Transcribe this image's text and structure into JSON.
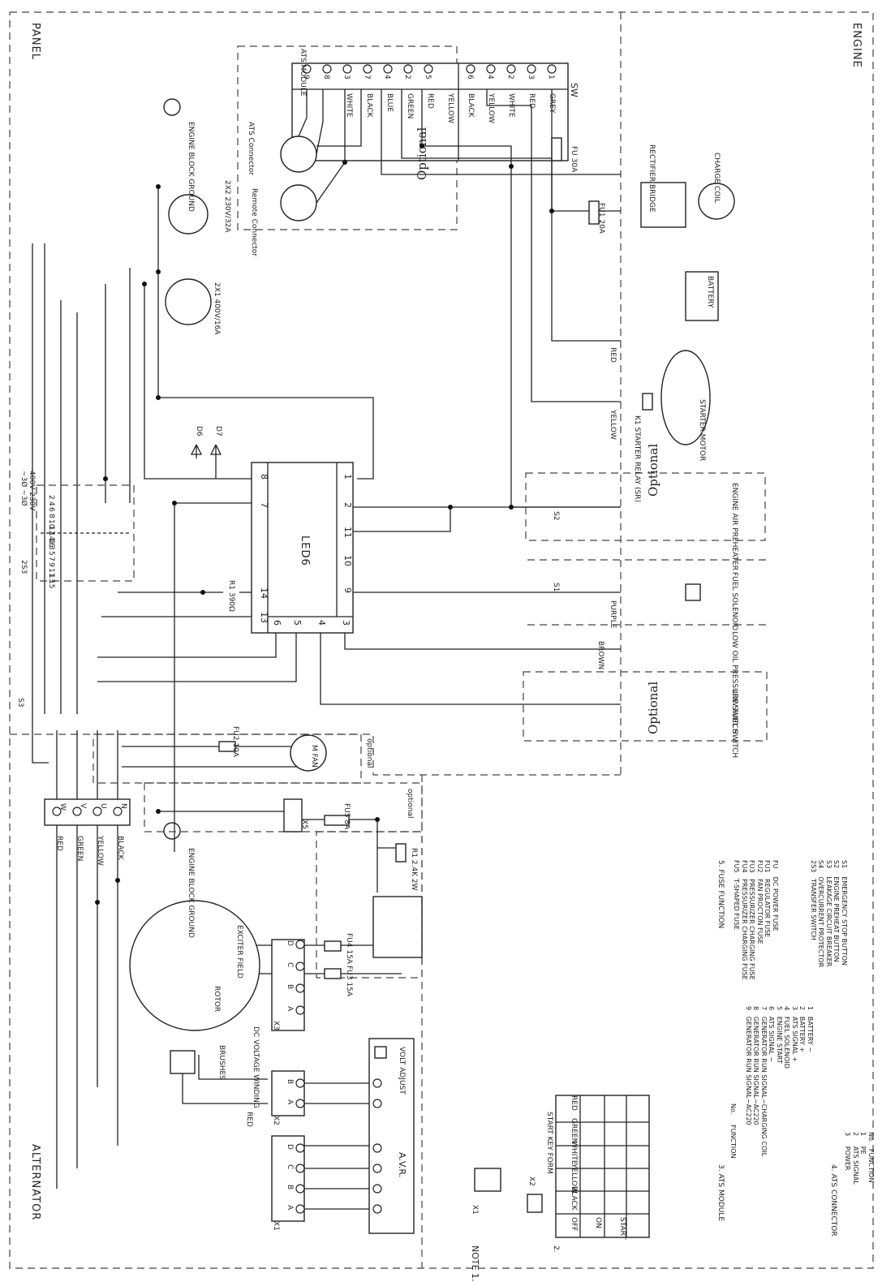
{
  "sections": {
    "panel": "PANEL",
    "engine": "ENGINE",
    "alternator": "ALTERNATOR"
  },
  "ats_module": {
    "title": "ATS MODULE",
    "pins_top": [
      "9",
      "8",
      "3",
      "7",
      "4",
      "2",
      "5"
    ],
    "pins_bottom": [
      "6",
      "4",
      "2",
      "3",
      "1"
    ],
    "wire_colors": [
      "WHITE",
      "BLACK",
      "BLUE",
      "GREEN",
      "RED",
      "YELLOW",
      "BLACK",
      "YELLOW",
      "WHITE",
      "RED",
      "GREY"
    ],
    "sw": "SW",
    "diodes": [
      "D6",
      "D7"
    ]
  },
  "connectors": {
    "ats": "ATS Connector",
    "remote": "Remote Connector",
    "optional": "Optional",
    "xx2": "2X2 230V/32A",
    "xx1": "2X1 400V/16A",
    "engine_block_ground": "ENGINE BLOCK GROUND"
  },
  "engine": {
    "fuse": "FU 30A",
    "fuse1": "FU1 20A",
    "rectifier": "RECTIFIER BRIDGE",
    "charge_coil": "CHARGE COIL",
    "battery": "BATTERY",
    "red": "RED",
    "yellow": "YELLOW",
    "starter_relay": "K1 STARTER RELAY (SR)",
    "starter_motor": "STARTER MOTOR",
    "preheater": "ENGINE AIR PREHEATER",
    "fuel_solenoid": "FUEL SOLENOID",
    "purple": "PURPLE",
    "brown": "BROWN",
    "low_oil": "LOW OIL PRESSURE SWITCH",
    "low_fuel": "LOW FUEL SWITCH",
    "s2": "S2",
    "s1": "S1"
  },
  "controller": {
    "name": "LED6",
    "pins_left": [
      "8",
      "7",
      "",
      "14",
      "13"
    ],
    "pins_bottom": [
      "6",
      "5",
      "4",
      "3"
    ],
    "pins_right": [
      "1",
      "2",
      "11",
      "10",
      "9"
    ],
    "r1": "R1 390Ω",
    "d6": "D6",
    "d7": "D7"
  },
  "changeover": {
    "label": "400V 230V",
    "label2": "~3Ø ~3Ø",
    "name": "2S3",
    "top": [
      "2",
      "4",
      "6",
      "8",
      "10",
      "12",
      "14",
      "16"
    ],
    "bottom": [
      "1",
      "3",
      "5",
      "7",
      "9",
      "11",
      "13",
      "15"
    ]
  },
  "alternator": {
    "fu2": "FU2 10A",
    "fan": "M FAN",
    "optional": "optional",
    "s3": "S3",
    "terminals": [
      "W",
      "V",
      "U",
      "N"
    ],
    "terminal_colors": [
      "RED",
      "GREEN",
      "YELLOW",
      "BLACK"
    ],
    "x5": "X5",
    "fu5": "FU5 8A",
    "r1": "R1 2.4K 2W",
    "fu4": "FU4 15A",
    "fu3": "FU3 15A",
    "exciter": "EXCITER FIELD",
    "rotor": "ROTOR",
    "dc_winding": "DC VOLTAGE WINDING",
    "brushes": "BRUSHES",
    "x3": "X3",
    "x2": "X2",
    "x1": "X1",
    "red": "RED",
    "avr": "A.V.R.",
    "volt_adjust": "VOLT ADJUST",
    "abcd": [
      "A",
      "B",
      "C",
      "D"
    ],
    "ab": [
      "A",
      "B"
    ]
  },
  "notes": {
    "note1": "NOTE 1.",
    "x1": "X1",
    "x2": "X2",
    "note2": "2.",
    "start_key": "START KEY FORM",
    "key_positions": [
      "OFF",
      "ON",
      "START"
    ],
    "key_columns": [
      "BLACK",
      "YELLOW",
      "WHITE",
      "GREEN",
      "RED"
    ],
    "note3": "3.  ATS MODULE",
    "ats_header": "No.     FUNCTION",
    "ats_rows": "1   BATTERY −\n2   BATTERY +\n3   ATS SIGNAL +\n4   FUEL SOLENOID\n5   ENGINE START\n6   ATS SIGNAL −\n7   GENERATOR RUN SIGNAL−CHARGING COIL\n8   GENERATOR RUN SIGNAL−AC220\n9   GENERATOR RUN SIGNAL−AC220",
    "note4": "4.  ATS CONNECTOR",
    "atsc_rows": "No.   FUNCTION\n1     PE\n2     ATS SIGNAL\n3     POWER",
    "note5": "5.  FUSE  FUNCTION",
    "fuse_rows": "FU    DC POWER FUSE\nFU1   REGULATOR FUSE\nFU2   FAN PROCTON FUSE\nFU3   PRESSURIZER CHARGING FUSE\nFU4   PRESSURIZER CHARGING FUSE\nFU5   T-SHAPED FUSE",
    "switch_rows": "S1    EMERGENCY STOP BUTTON\nS2    ENGINE PREHEAT BUTTON\nS3    LEAKAGE CIRCUIT BREAKER\nS4    OVERCURRENT PROTECTOR\n2S3   TRANSFER SWITCH"
  }
}
